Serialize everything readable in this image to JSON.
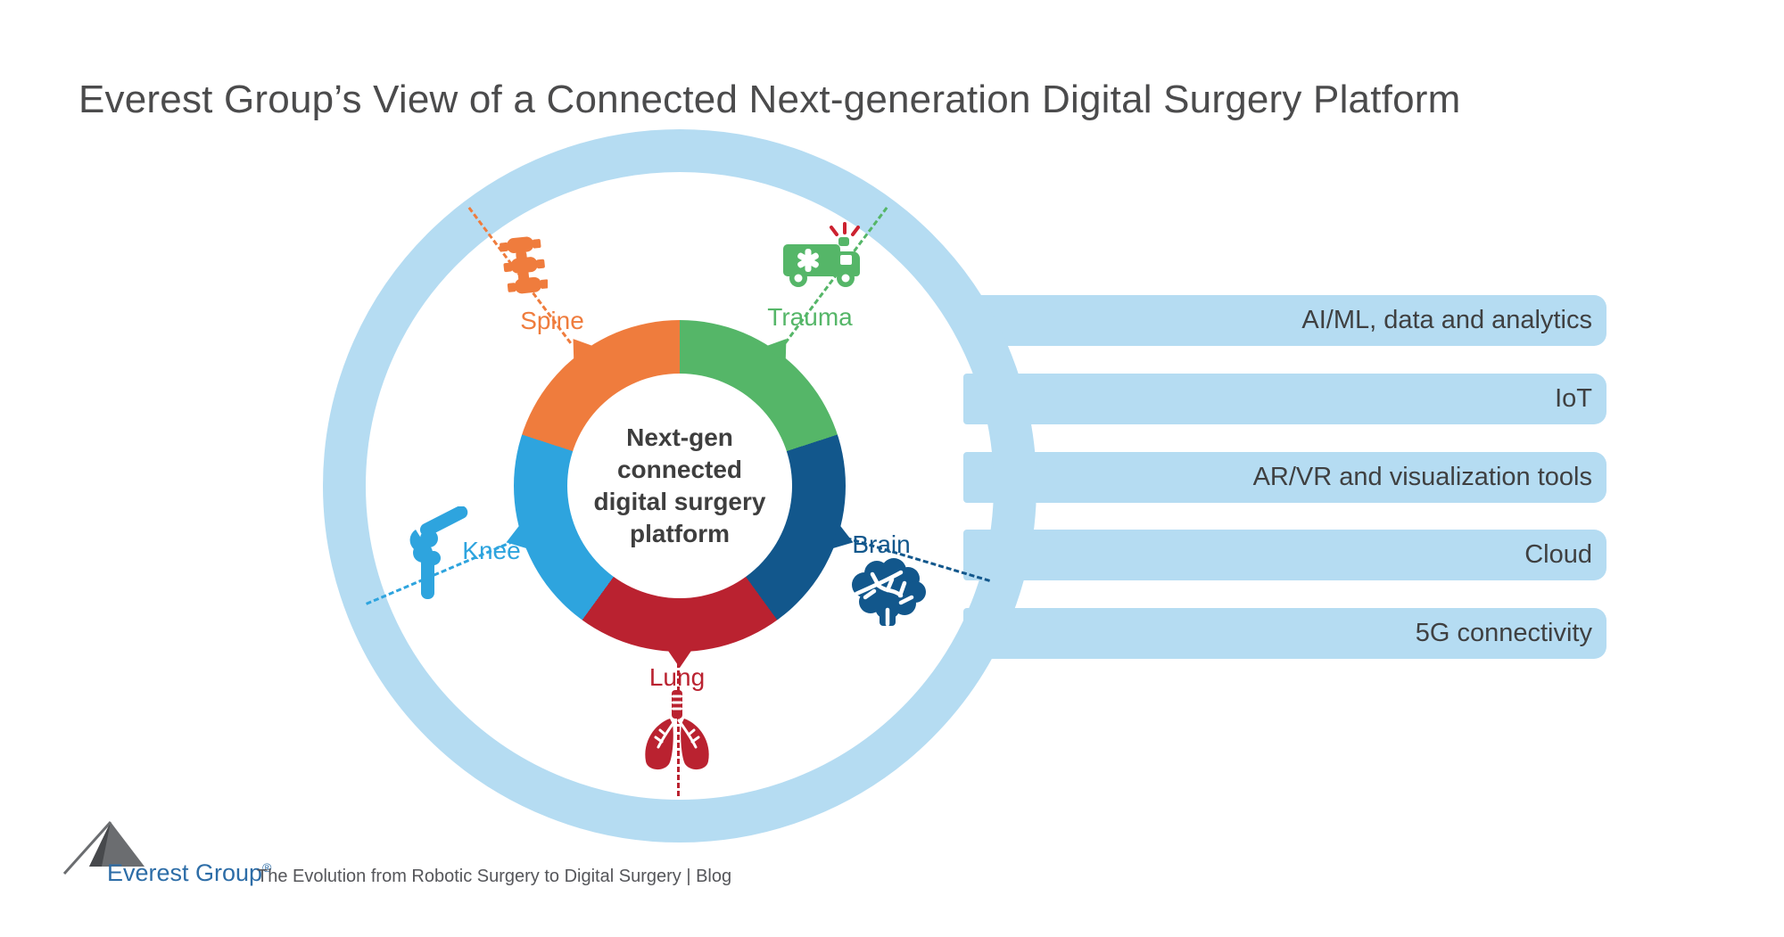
{
  "title": "Everest Group’s View of a Connected Next-generation Digital Surgery Platform",
  "colors": {
    "pale_blue": "#b5dcf2",
    "bar_text": "#3f4041",
    "center_text": "#3e3e3e",
    "title_text": "#4b4b4c",
    "siren_red": "#cc2230"
  },
  "donut": {
    "center_lines": [
      "Next-gen",
      "connected",
      "digital surgery",
      "platform"
    ],
    "segments": [
      {
        "id": "trauma",
        "label": "Trauma",
        "color": "#55b668",
        "start_deg": 0,
        "end_deg": 72
      },
      {
        "id": "brain",
        "label": "Brain",
        "color": "#12578c",
        "start_deg": 72,
        "end_deg": 144
      },
      {
        "id": "lung",
        "label": "Lung",
        "color": "#ba2230",
        "start_deg": 144,
        "end_deg": 216
      },
      {
        "id": "knee",
        "label": "Knee",
        "color": "#2ea4de",
        "start_deg": 216,
        "end_deg": 288
      },
      {
        "id": "spine",
        "label": "Spine",
        "color": "#ef7c3d",
        "start_deg": 288,
        "end_deg": 360
      }
    ]
  },
  "bars": {
    "items": [
      {
        "label": "AI/ML, data and analytics"
      },
      {
        "label": "IoT"
      },
      {
        "label": "AR/VR and visualization tools"
      },
      {
        "label": "Cloud"
      },
      {
        "label": "5G connectivity"
      }
    ]
  },
  "footer": {
    "brand": "Everest Group",
    "registered": "®",
    "caption": "The Evolution from Robotic Surgery to Digital Surgery | Blog"
  }
}
